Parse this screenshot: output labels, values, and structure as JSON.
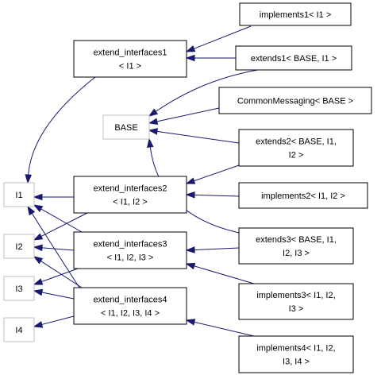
{
  "diagram": {
    "colors": {
      "edge": "#191970",
      "box": "#000000",
      "box_external": "#bfbfbf",
      "background": "#ffffff"
    },
    "nodes": [
      {
        "id": "implements1",
        "lines": [
          "implements1< I1 >"
        ]
      },
      {
        "id": "extend_interfaces1",
        "lines": [
          "extend_interfaces1",
          "< I1 >"
        ]
      },
      {
        "id": "extends1",
        "lines": [
          "extends1< BASE, I1 >"
        ]
      },
      {
        "id": "CommonMessaging",
        "lines": [
          "CommonMessaging< BASE >"
        ]
      },
      {
        "id": "BASE",
        "lines": [
          "BASE"
        ]
      },
      {
        "id": "extends2",
        "lines": [
          "extends2< BASE, I1,",
          "I2 >"
        ]
      },
      {
        "id": "extend_interfaces2",
        "lines": [
          "extend_interfaces2",
          "< I1, I2 >"
        ]
      },
      {
        "id": "implements2",
        "lines": [
          "implements2< I1, I2 >"
        ]
      },
      {
        "id": "I1",
        "lines": [
          "I1"
        ]
      },
      {
        "id": "I2",
        "lines": [
          "I2"
        ]
      },
      {
        "id": "extend_interfaces3",
        "lines": [
          "extend_interfaces3",
          "< I1, I2, I3 >"
        ]
      },
      {
        "id": "extends3",
        "lines": [
          "extends3< BASE, I1,",
          "I2, I3 >"
        ]
      },
      {
        "id": "I3",
        "lines": [
          "I3"
        ]
      },
      {
        "id": "implements3",
        "lines": [
          "implements3< I1, I2,",
          "I3 >"
        ]
      },
      {
        "id": "extend_interfaces4",
        "lines": [
          "extend_interfaces4",
          "< I1, I2, I3, I4 >"
        ]
      },
      {
        "id": "I4",
        "lines": [
          "I4"
        ]
      },
      {
        "id": "implements4",
        "lines": [
          "implements4< I1, I2,",
          "I3, I4 >"
        ]
      }
    ],
    "edges": [
      {
        "from": "implements1",
        "to": "extend_interfaces1"
      },
      {
        "from": "extends1",
        "to": "extend_interfaces1"
      },
      {
        "from": "extends1",
        "to": "BASE"
      },
      {
        "from": "CommonMessaging",
        "to": "BASE"
      },
      {
        "from": "extends2",
        "to": "BASE"
      },
      {
        "from": "extends3",
        "to": "BASE"
      },
      {
        "from": "extends2",
        "to": "extend_interfaces2"
      },
      {
        "from": "implements2",
        "to": "extend_interfaces2"
      },
      {
        "from": "extends3",
        "to": "extend_interfaces3"
      },
      {
        "from": "implements3",
        "to": "extend_interfaces3"
      },
      {
        "from": "implements4",
        "to": "extend_interfaces4"
      },
      {
        "from": "extend_interfaces1",
        "to": "I1"
      },
      {
        "from": "extend_interfaces2",
        "to": "I1"
      },
      {
        "from": "extend_interfaces2",
        "to": "I2"
      },
      {
        "from": "extend_interfaces3",
        "to": "I1"
      },
      {
        "from": "extend_interfaces3",
        "to": "I2"
      },
      {
        "from": "extend_interfaces3",
        "to": "I3"
      },
      {
        "from": "extend_interfaces4",
        "to": "I1"
      },
      {
        "from": "extend_interfaces4",
        "to": "I2"
      },
      {
        "from": "extend_interfaces4",
        "to": "I3"
      },
      {
        "from": "extend_interfaces4",
        "to": "I4"
      }
    ]
  }
}
